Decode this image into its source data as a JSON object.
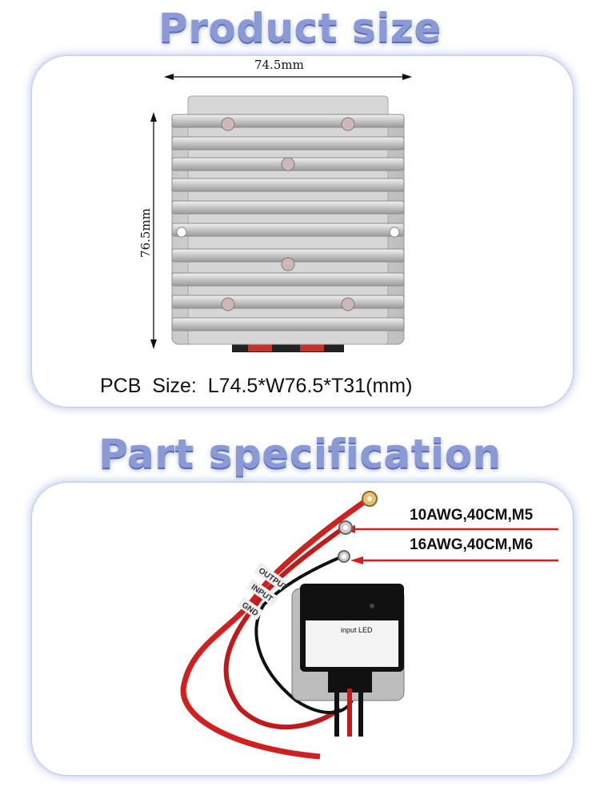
{
  "section1": {
    "title": "Product size"
  },
  "dimensions": {
    "width_label": "74.5mm",
    "height_label": "76.5mm"
  },
  "pcb_size": "PCB  Size:  L74.5*W76.5*T31(mm)",
  "section2": {
    "title": "Part specification"
  },
  "specs": [
    {
      "label": "10AWG,40CM,M5"
    },
    {
      "label": "16AWG,40CM,M6"
    }
  ],
  "device_labels": {
    "led": "input LED",
    "output": "OUTPUT",
    "input": "INPUT",
    "gnd": "GND"
  }
}
